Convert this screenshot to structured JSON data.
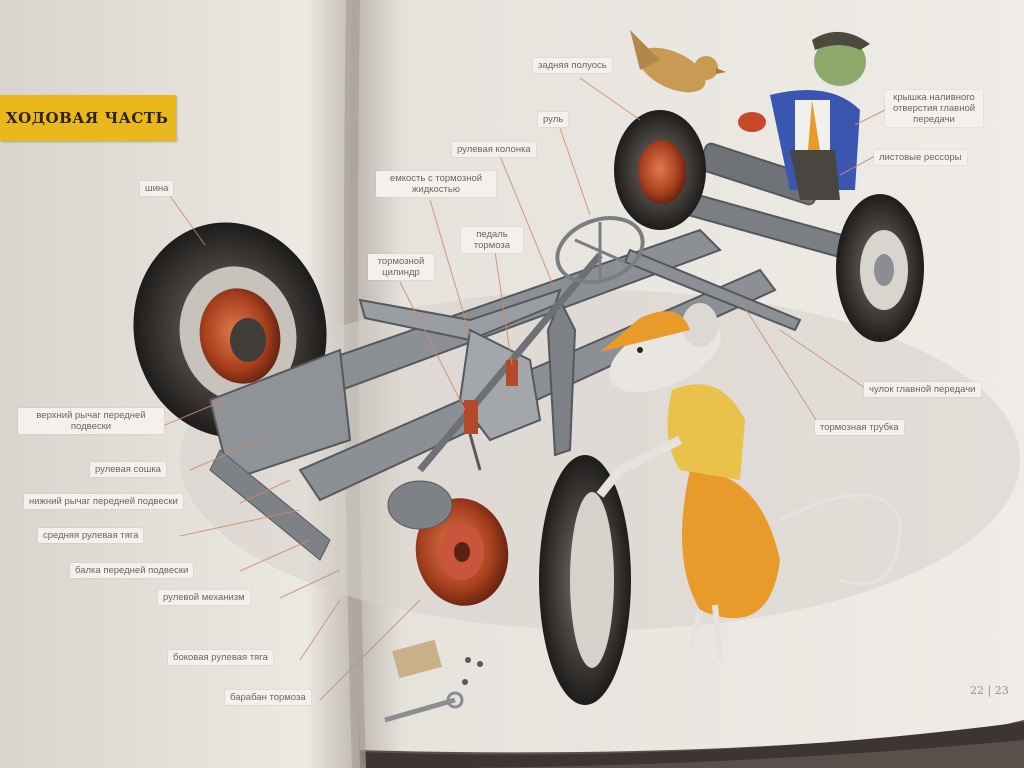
{
  "section_title": "ХОДОВАЯ ЧАСТЬ",
  "page_numbers": "22 | 23",
  "labels": {
    "tire": "шина",
    "rear_axle": "задняя полуось",
    "steering_wheel": "руль",
    "steering_column": "рулевая колонка",
    "brake_fluid_tank": "емкость с тормозной жидкостью",
    "brake_pedal": "педаль тормоза",
    "brake_cylinder": "тормозной цилиндр",
    "filler_cap": "крышка наливного отверстия главной передачи",
    "leaf_springs": "листовые рессоры",
    "final_drive_sleeve": "чулок главной передачи",
    "brake_tube": "тормозная трубка",
    "upper_arm": "верхний рычаг передней подвески",
    "pitman_arm": "рулевая сошка",
    "lower_arm": "нижний рычаг передней подвески",
    "center_link": "средняя рулевая тяга",
    "front_beam": "балка передней подвески",
    "steering_gear": "рулевой механизм",
    "side_tie_rod": "боковая рулевая тяга",
    "brake_drum": "барабан тормоза"
  },
  "colors": {
    "banner": "#e8b81c",
    "paper": "#f2eee8",
    "rust": "#b4482a",
    "chassis": "#8c8f93",
    "mouse_shirt": "#e8c24a",
    "mouse_apron": "#e89a2a",
    "frog_jacket": "#3a56b0"
  }
}
